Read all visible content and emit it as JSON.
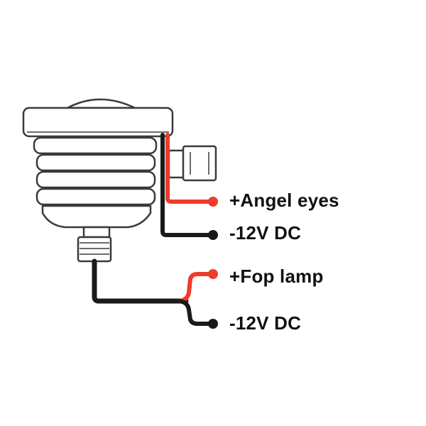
{
  "labels": {
    "angel_eyes": "+Angel eyes",
    "dc_top": "-12V DC",
    "fog_lamp": "+Fop lamp",
    "dc_bottom": "-12V DC"
  },
  "colors": {
    "background": "#ffffff",
    "outline": "#3a3a3a",
    "positive_wire": "#ee3b2b",
    "negative_wire": "#1a1a1a",
    "text": "#111111"
  }
}
